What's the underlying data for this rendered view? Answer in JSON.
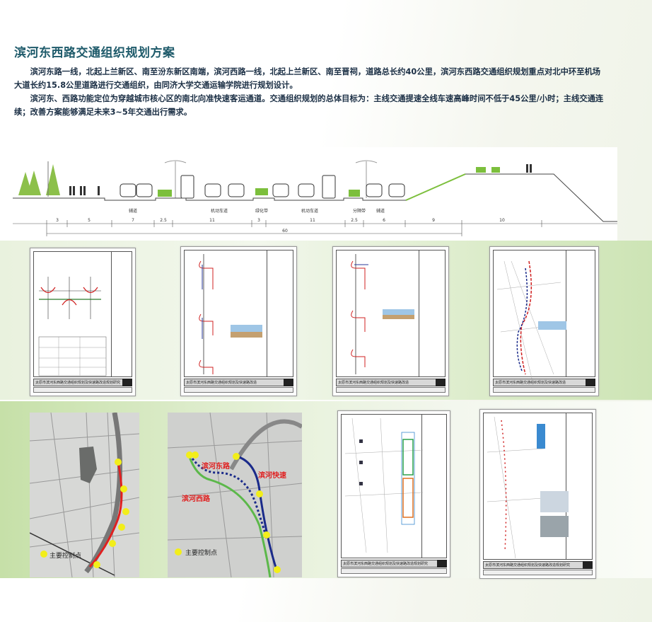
{
  "title": "滨河东西路交通组织规划方案",
  "paragraphs": [
    "滨河东路一线，北起上兰新区、南至汾东新区南端，滨河西路一线，北起上兰新区、南至晋祠，道路总长约40公里，滨河东西路交通组织规划重点对北中环至机场大道长约15.8公里道路进行交通组织，由同济大学交通运输学院进行规划设计。",
    "滨河东、西路功能定位为穿越城市核心区的南北向准快速客运通道。交通组织规划的总体目标为：主线交通提速全线车速高峰时间不低于45公里/小时；主线交通连续；改善方案能够满足未来3~5年交通出行需求。"
  ],
  "cross_section": {
    "lane_labels": [
      "辅道",
      "机动车道",
      "绿化带",
      "机动车道",
      "分隔带",
      "辅道"
    ],
    "dimensions": [
      "3",
      "5",
      "7",
      "2.5",
      "11",
      "3",
      "11",
      "2.5",
      "6",
      "9",
      "10"
    ],
    "total_width": "60"
  },
  "sheets": [
    {
      "footer": "太原市滨河东西路交通组织规划及快速路改造规划研究"
    },
    {
      "footer": "太原市滨河东西路交通组织规划及快速路改造"
    },
    {
      "footer": "太原市滨河东西路交通组织规划及快速路改造"
    },
    {
      "footer": "太原市滨河东西路交通组织规划及快速路改造"
    },
    {
      "footer": "太原市滨河东西路交通组织规划及快速路改造规划研究"
    },
    {
      "footer": "太原市滨河东西路交通组织规划及快速路改造规划研究"
    }
  ],
  "maps": {
    "left_legend": "主要控制点",
    "right_legend": "主要控制点",
    "east_road": "滨河东路",
    "west_road": "滨河西路",
    "expressway": "滨河快速"
  },
  "colors": {
    "title": "#1f5b6b",
    "route_red": "#e02020",
    "route_blue": "#1a2a8a",
    "route_green": "#5cb84a",
    "control_point": "#f2ee1a"
  }
}
